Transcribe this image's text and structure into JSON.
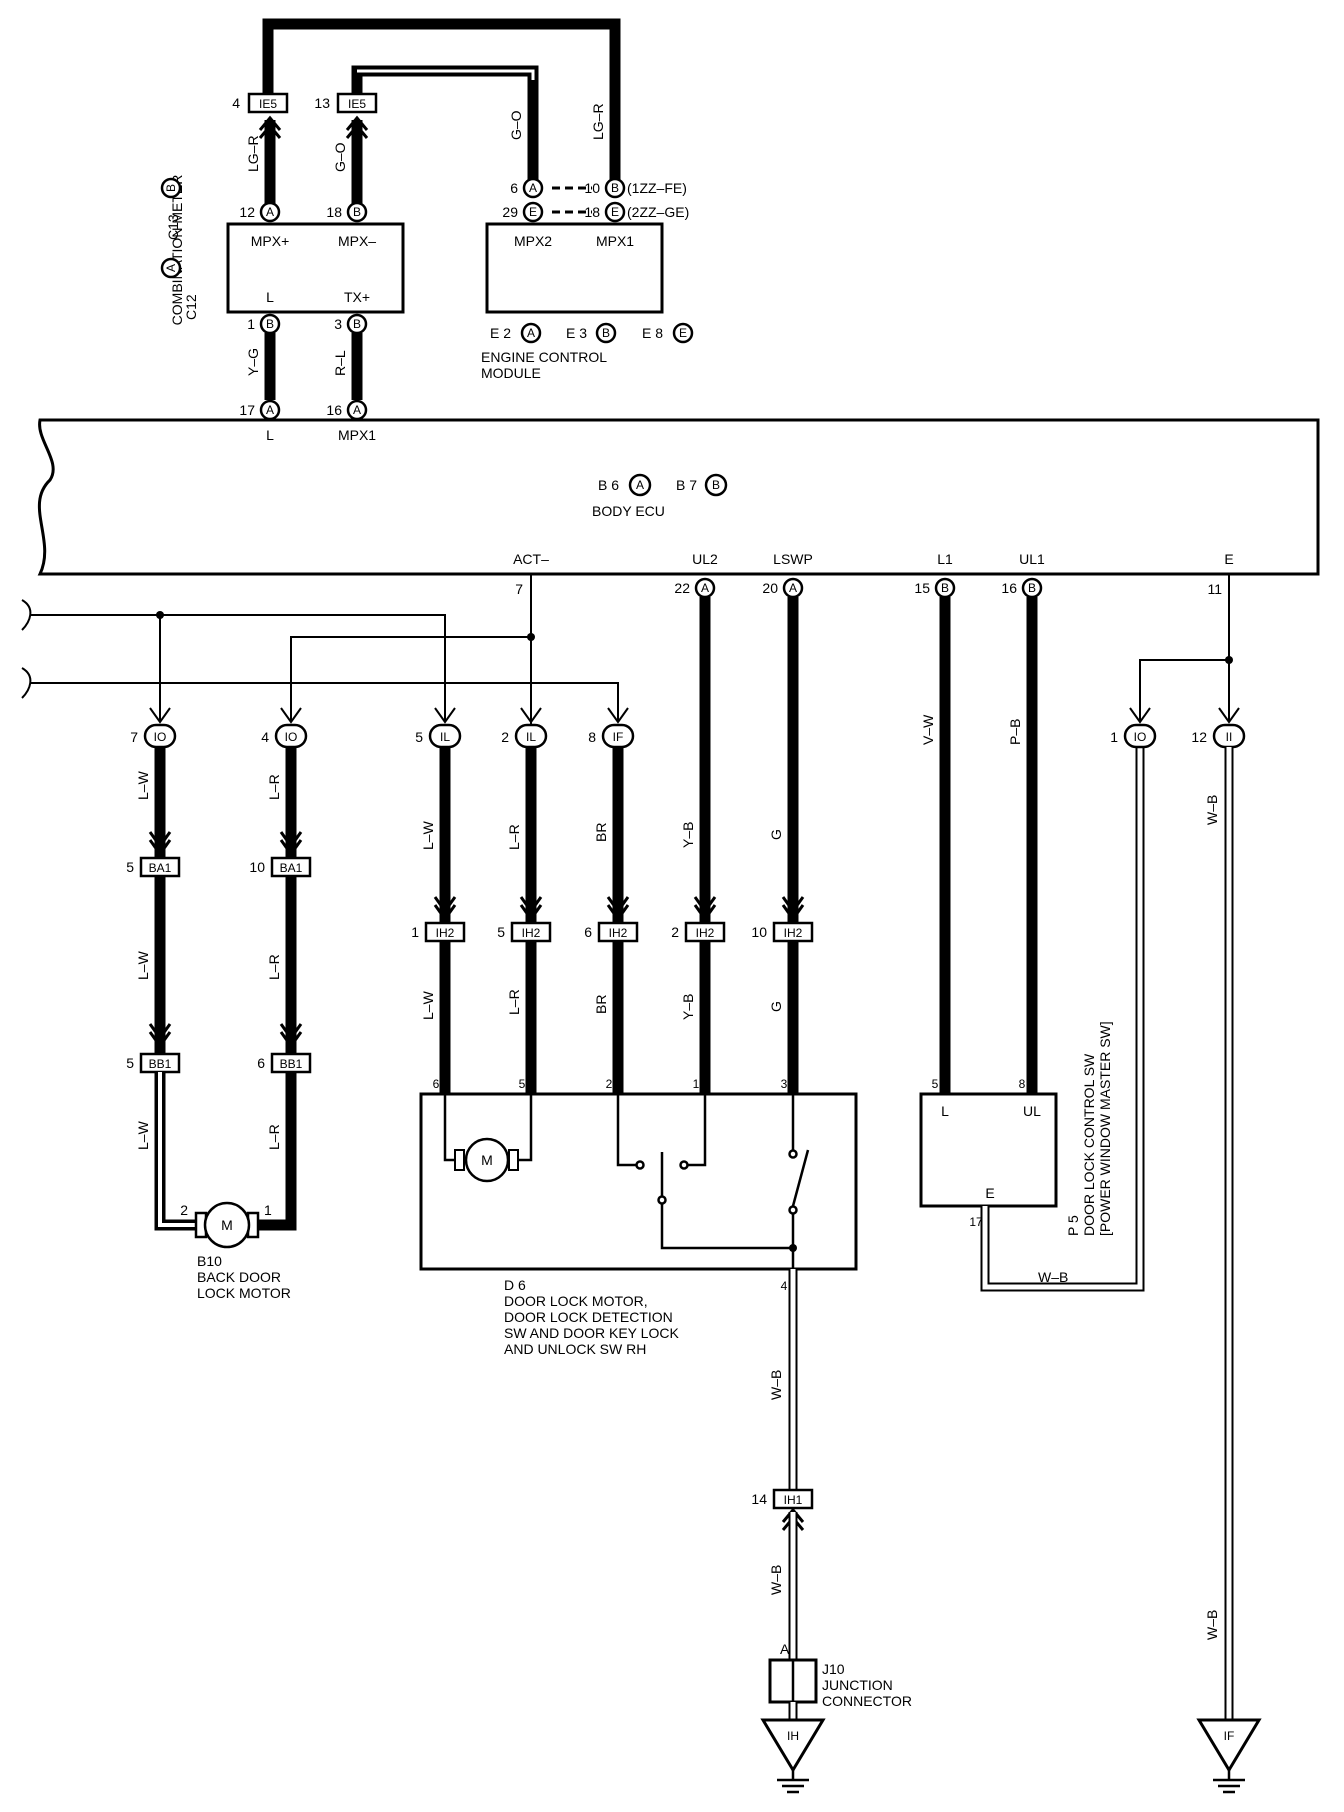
{
  "body_ecu": {
    "title": "BODY ECU",
    "connectors": [
      "B 6",
      "A",
      "B 7",
      "B"
    ],
    "pins_top": [
      {
        "num": "17",
        "conn": "A",
        "name": "L"
      },
      {
        "num": "16",
        "conn": "A",
        "name": "MPX1"
      }
    ],
    "pins_bottom": [
      {
        "num": "7",
        "name": "ACT–"
      },
      {
        "num": "22",
        "conn": "A",
        "name": "UL2"
      },
      {
        "num": "20",
        "conn": "A",
        "name": "LSWP"
      },
      {
        "num": "15",
        "conn": "B",
        "name": "L1"
      },
      {
        "num": "16",
        "conn": "B",
        "name": "UL1"
      },
      {
        "num": "11",
        "name": "E"
      }
    ]
  },
  "combination_meter": {
    "title": "COMBINATION METER",
    "codes": [
      "C12",
      "A",
      "C13",
      "B"
    ],
    "pins": [
      {
        "num": "12",
        "conn": "A",
        "name": "MPX+"
      },
      {
        "num": "18",
        "conn": "B",
        "name": "MPX–"
      },
      {
        "num": "1",
        "conn": "B",
        "name": "L"
      },
      {
        "num": "3",
        "conn": "B",
        "name": "TX+"
      }
    ]
  },
  "engine_control_module": {
    "title_line1": "ENGINE CONTROL",
    "title_line2": "MODULE",
    "codes": [
      "E 2",
      "A",
      "E 3",
      "B",
      "E 8",
      "E"
    ],
    "pins": [
      {
        "num": "6",
        "conn": "A",
        "name": "MPX2"
      },
      {
        "num": "10",
        "conn": "B",
        "name": "MPX1",
        "note": "(1ZZ–FE)"
      },
      {
        "num": "29",
        "conn": "E"
      },
      {
        "num": "18",
        "conn": "E",
        "note": "(2ZZ–GE)"
      }
    ]
  },
  "connectors": {
    "ie5": "IE5",
    "io": "IO",
    "il": "IL",
    "if": "IF",
    "ii": "II",
    "ba1": "BA1",
    "bb1": "BB1",
    "ih2": "IH2",
    "ih1": "IH1",
    "ie5_pins": [
      "4",
      "13"
    ],
    "io_pins": [
      "7",
      "4",
      "1"
    ],
    "il_pins": [
      "5",
      "2"
    ],
    "if_pin": "8",
    "ii_pin": "12",
    "ba1_pins": [
      "5",
      "10"
    ],
    "bb1_pins": [
      "5",
      "6"
    ],
    "ih2_pins": [
      "1",
      "5",
      "6",
      "2",
      "10"
    ],
    "ih1_pin": "14"
  },
  "wire_colors": {
    "lg_r": "LG–R",
    "g_o": "G–O",
    "y_g": "Y–G",
    "r_l": "R–L",
    "l_w": "L–W",
    "l_r": "L–R",
    "br": "BR",
    "y_b": "Y–B",
    "g": "G",
    "v_w": "V–W",
    "p_b": "P–B",
    "w_b": "W–B"
  },
  "back_door_motor": {
    "code": "B10",
    "line1": "BACK DOOR",
    "line2": "LOCK MOTOR",
    "pins": [
      "2",
      "1"
    ],
    "symbol": "M"
  },
  "door_lock_motor_rh": {
    "code": "D 6",
    "line1": "DOOR LOCK MOTOR,",
    "line2": "DOOR LOCK DETECTION",
    "line3": "SW AND DOOR KEY LOCK",
    "line4": "AND UNLOCK SW RH",
    "pins": [
      "6",
      "5",
      "2",
      "1",
      "3",
      "4"
    ],
    "symbol": "M"
  },
  "door_lock_control_sw": {
    "code": "P 5",
    "line1": "DOOR LOCK CONTROL SW",
    "line2": "[POWER WINDOW MASTER SW]",
    "pins": [
      {
        "num": "5",
        "name": "L"
      },
      {
        "num": "8",
        "name": "UL"
      },
      {
        "num": "17",
        "name": "E"
      }
    ]
  },
  "junction_connector": {
    "code": "J10",
    "line1": "JUNCTION",
    "line2": "CONNECTOR",
    "pin": "A"
  },
  "grounds": [
    "IH",
    "IF"
  ]
}
